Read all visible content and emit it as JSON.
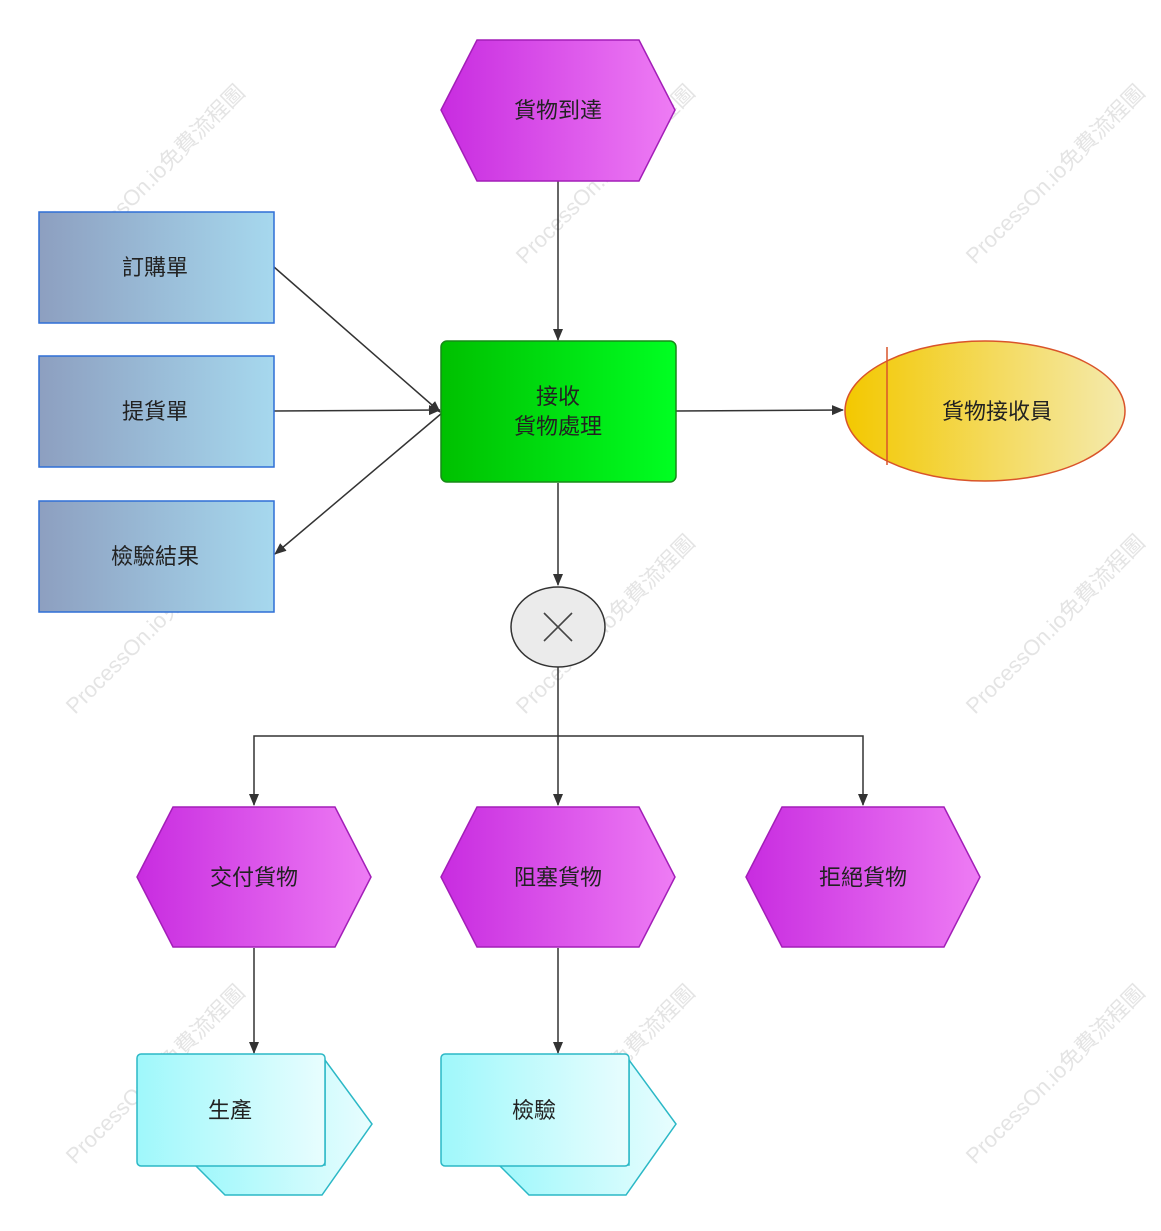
{
  "watermark": "ProcessOn.io免費流程圖",
  "nodes": {
    "goods_arrive": "貨物到達",
    "purchase_order": "訂購單",
    "bill_of_lading": "提貨單",
    "inspection_result": "檢驗結果",
    "receive_line1": "接收",
    "receive_line2": "貨物處理",
    "receiver": "貨物接收員",
    "deliver": "交付貨物",
    "block": "阻塞貨物",
    "reject": "拒絕貨物",
    "production": "生產",
    "inspection": "檢驗"
  },
  "colors": {
    "event_fill_start": "#c82ce0",
    "event_fill_end": "#ee7cf4",
    "doc_fill_start": "#8d9fc0",
    "doc_fill_end": "#a6d8ee",
    "function_fill_start": "#00c000",
    "function_fill_end": "#00ff22",
    "role_fill_start": "#f3c800",
    "role_fill_end": "#f4eaae",
    "process_fill_start": "#9ff8fb",
    "process_fill_end": "#e8fdfe"
  }
}
